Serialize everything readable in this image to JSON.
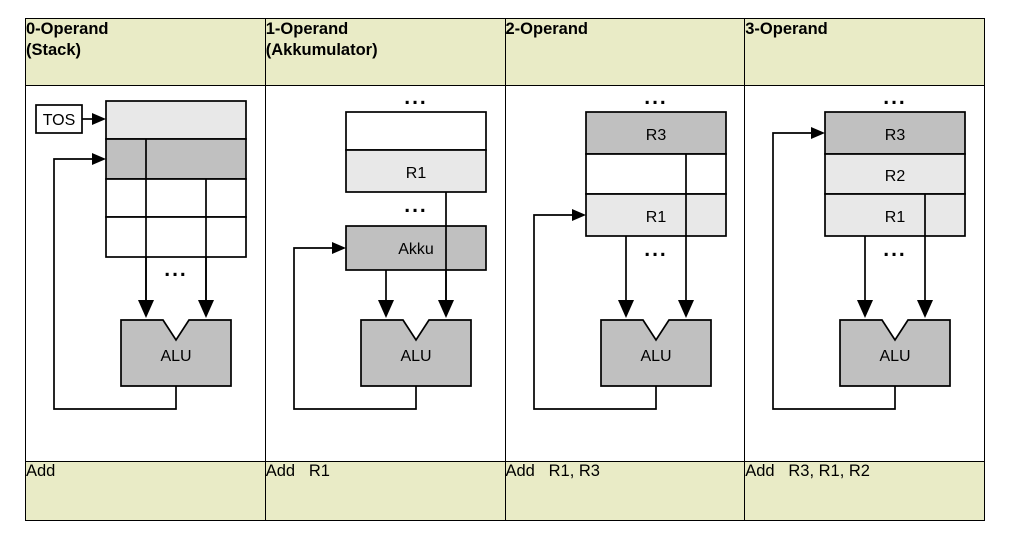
{
  "table": {
    "columns": [
      {
        "id": "zero-operand",
        "header_line1": "0-Operand",
        "header_line2": "(Stack)",
        "instruction": "Add",
        "diagram": {
          "kind": "stack",
          "pointer_label": "TOS",
          "alu_label": "ALU",
          "ellipsis": "...",
          "cells": [
            {
              "label": "",
              "fill": "light"
            },
            {
              "label": "",
              "fill": "dark"
            },
            {
              "label": "",
              "fill": "white"
            },
            {
              "label": "",
              "fill": "white"
            }
          ]
        }
      },
      {
        "id": "one-operand",
        "header_line1": "1-Operand",
        "header_line2": "(Akkumulator)",
        "instruction": "Add   R1",
        "diagram": {
          "kind": "accumulator",
          "accumulator_label": "Akku",
          "alu_label": "ALU",
          "ellipsis": "...",
          "cells": [
            {
              "label": "",
              "fill": "white"
            },
            {
              "label": "R1",
              "fill": "light"
            }
          ]
        }
      },
      {
        "id": "two-operand",
        "header_line1": "2-Operand",
        "header_line2": "",
        "instruction": "Add   R1, R3",
        "diagram": {
          "kind": "registers",
          "alu_label": "ALU",
          "ellipsis": "...",
          "cells": [
            {
              "label": "R3",
              "fill": "dark"
            },
            {
              "label": "",
              "fill": "white"
            },
            {
              "label": "R1",
              "fill": "light"
            }
          ]
        }
      },
      {
        "id": "three-operand",
        "header_line1": "3-Operand",
        "header_line2": "",
        "instruction": "Add   R3, R1, R2",
        "diagram": {
          "kind": "registers",
          "alu_label": "ALU",
          "ellipsis": "...",
          "cells": [
            {
              "label": "R3",
              "fill": "dark"
            },
            {
              "label": "R2",
              "fill": "light"
            },
            {
              "label": "R1",
              "fill": "light"
            }
          ]
        }
      }
    ]
  },
  "colors": {
    "header_bg": "#e9ebc6",
    "cell_light": "#e8e8e8",
    "cell_dark": "#c0c0c0",
    "alu_fill": "#c0c0c0",
    "line": "#000000",
    "page_bg": "#ffffff"
  }
}
